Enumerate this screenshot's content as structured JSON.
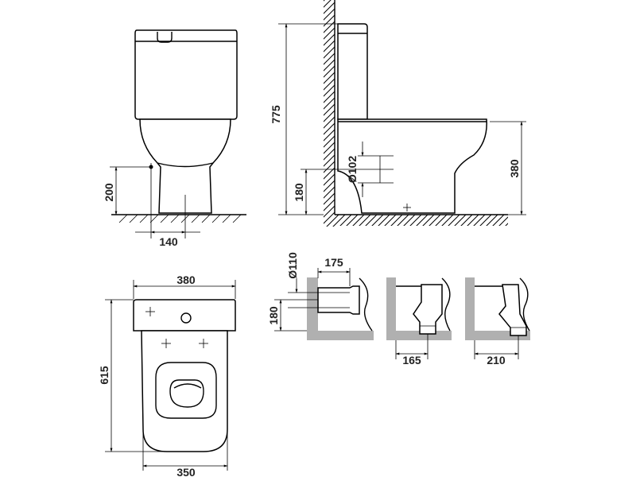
{
  "dimensions": {
    "front_inlet_height": "200",
    "front_outlet_offset": "140",
    "side_total_height": "775",
    "side_inlet_height": "180",
    "side_inlet_diameter": "Ø102",
    "side_seat_height": "380",
    "plan_tank_width": "380",
    "plan_depth": "615",
    "plan_bowl_width": "350",
    "outlet_diameter": "Ø110",
    "outlet_horizontal_offset": "175",
    "outlet_horizontal_height": "180",
    "outlet_vertical_offset": "165",
    "outlet_angled_offset": "210"
  },
  "colors": {
    "line": "#000000",
    "floor_fill": "#b0b0b0",
    "background": "#ffffff"
  }
}
